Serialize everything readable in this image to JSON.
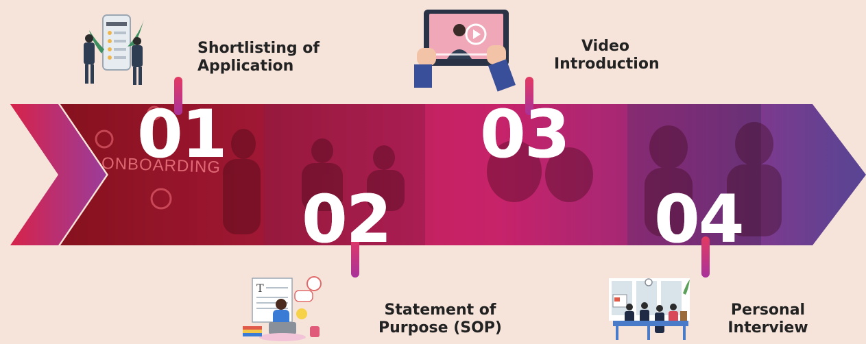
{
  "steps": [
    {
      "number": "01",
      "title_line1": "Shortlisting of",
      "title_line2": "Application"
    },
    {
      "number": "02",
      "title_line1": "Statement of",
      "title_line2": "Purpose (SOP)"
    },
    {
      "number": "03",
      "title_line1": "Video",
      "title_line2": "Introduction"
    },
    {
      "number": "04",
      "title_line1": "Personal",
      "title_line2": "Interview"
    }
  ],
  "photo_text": "ONBOARDING",
  "colors": {
    "background": "#f6e4da",
    "banner_start": "#d8233a",
    "banner_mid": "#e0246f",
    "banner_end": "#6a4fb5",
    "connector": "#d93a6a"
  }
}
